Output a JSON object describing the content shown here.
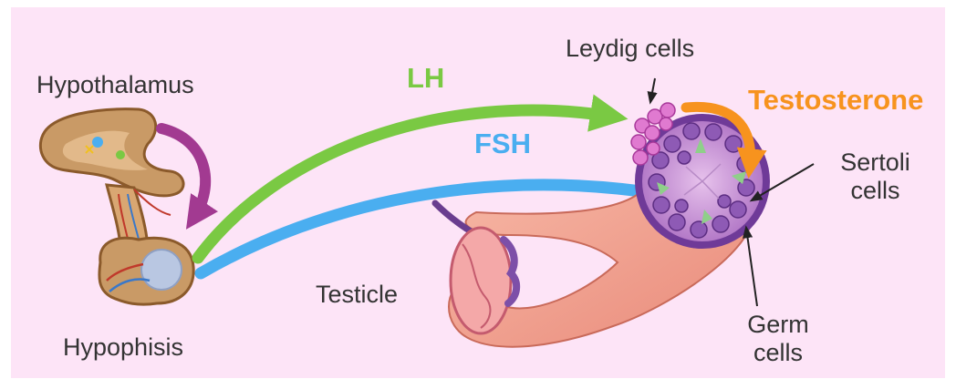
{
  "labels": {
    "hypothalamus": "Hypothalamus",
    "hypophisis": "Hypophisis",
    "testicle": "Testicle",
    "leydig": "Leydig cells",
    "sertoli_line1": "Sertoli",
    "sertoli_line2": "cells",
    "germ_line1": "Germ",
    "germ_line2": "cells"
  },
  "hormones": {
    "lh": "LH",
    "fsh": "FSH",
    "testosterone": "Testosterone"
  },
  "colors": {
    "background": "#fde4f7",
    "lh": "#7ac943",
    "fsh": "#4aaef0",
    "testosterone": "#f7931e",
    "feedback_arrow": "#a23a91",
    "tubule_outer": "#7b3fa0",
    "leydig": "#e07ad0"
  }
}
